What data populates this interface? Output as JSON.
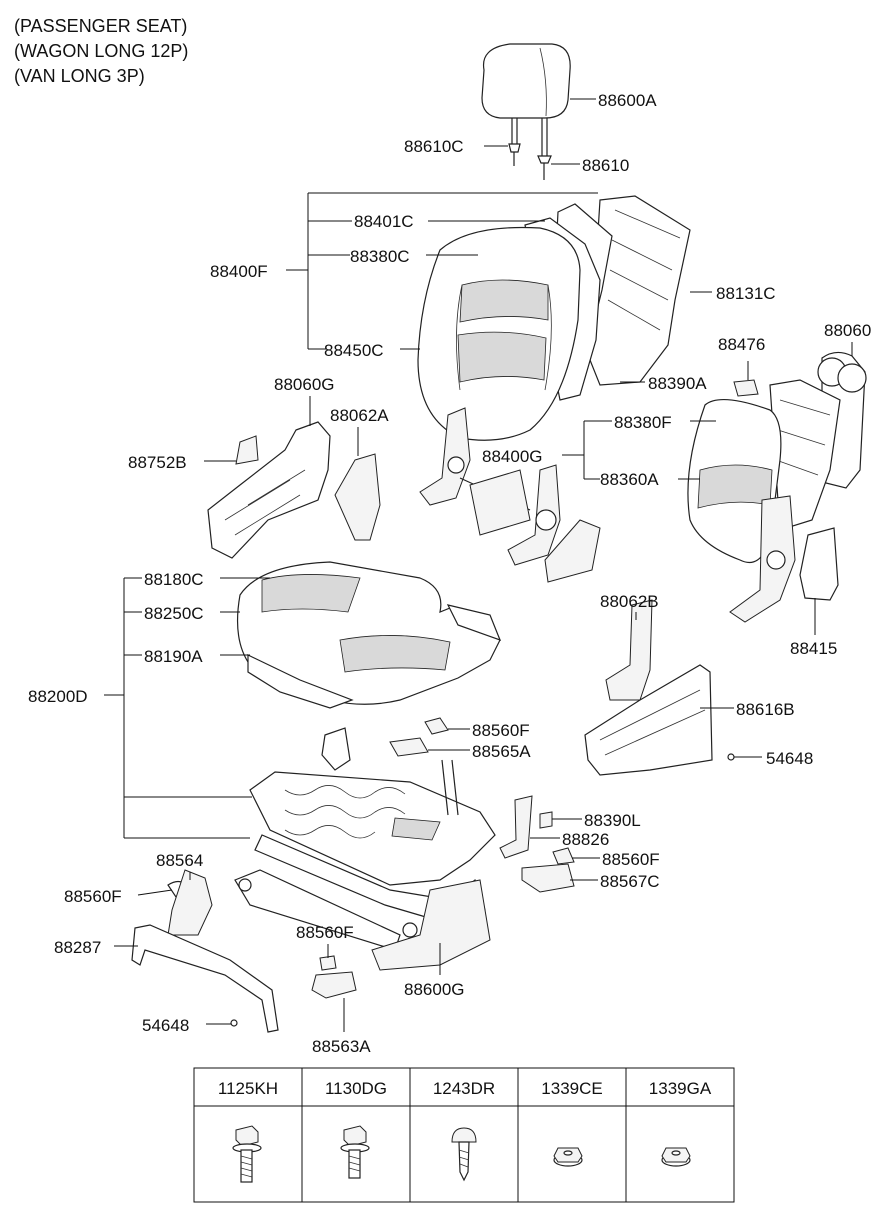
{
  "header": {
    "lines": [
      "(PASSENGER SEAT)",
      "(WAGON LONG 12P)",
      "(VAN LONG 3P)"
    ]
  },
  "labels": {
    "p88600A": "88600A",
    "p88610C": "88610C",
    "p88610": "88610",
    "p88401C": "88401C",
    "p88380C": "88380C",
    "p88400F": "88400F",
    "p88131C": "88131C",
    "p88450C": "88450C",
    "p88390A": "88390A",
    "p88060": "88060",
    "p88476": "88476",
    "p88060G": "88060G",
    "p88062A": "88062A",
    "p88380F": "88380F",
    "p88400G": "88400G",
    "p88752B": "88752B",
    "p88360A": "88360A",
    "p88180C": "88180C",
    "p88250C": "88250C",
    "p88062B": "88062B",
    "p88190A": "88190A",
    "p88415": "88415",
    "p88200D": "88200D",
    "p88616B": "88616B",
    "p88560F_a": "88560F",
    "p88565A": "88565A",
    "p54648_a": "54648",
    "p88390L": "88390L",
    "p88826": "88826",
    "p88564": "88564",
    "p88560F_b": "88560F",
    "p88560F_c": "88560F",
    "p88567C": "88567C",
    "p88287": "88287",
    "p88560F_d": "88560F",
    "p88600G": "88600G",
    "p54648_b": "54648",
    "p88563A": "88563A"
  },
  "fastener_table": {
    "columns": [
      "1125KH",
      "1130DG",
      "1243DR",
      "1339CE",
      "1339GA"
    ],
    "icons": [
      "flange-bolt-icon",
      "flange-bolt-icon",
      "tapping-screw-icon",
      "flange-nut-icon",
      "flange-nut-icon"
    ]
  }
}
